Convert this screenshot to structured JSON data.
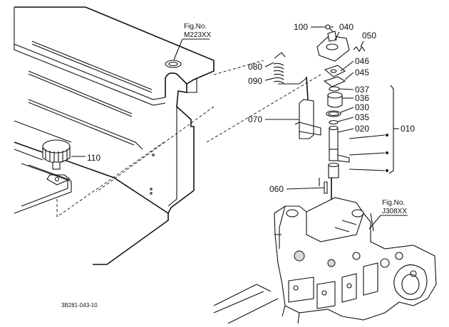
{
  "parts": [
    {
      "id": "p100",
      "label": "100"
    },
    {
      "id": "p040",
      "label": "040"
    },
    {
      "id": "p050",
      "label": "050"
    },
    {
      "id": "p080",
      "label": "080"
    },
    {
      "id": "p090",
      "label": "090"
    },
    {
      "id": "p046",
      "label": "046"
    },
    {
      "id": "p045",
      "label": "045"
    },
    {
      "id": "p037",
      "label": "037"
    },
    {
      "id": "p036",
      "label": "036"
    },
    {
      "id": "p030",
      "label": "030"
    },
    {
      "id": "p035",
      "label": "035"
    },
    {
      "id": "p020",
      "label": "020"
    },
    {
      "id": "p010",
      "label": "010"
    },
    {
      "id": "p070",
      "label": "070"
    },
    {
      "id": "p060",
      "label": "060"
    },
    {
      "id": "p110",
      "label": "110"
    }
  ],
  "references": [
    {
      "id": "ref1",
      "fig_label": "Fig.No.",
      "fig_number": "M223XX"
    },
    {
      "id": "ref2",
      "fig_label": "Fig.No.",
      "fig_number": "J308XX"
    }
  ],
  "drawing_code": "3B281-043-10"
}
